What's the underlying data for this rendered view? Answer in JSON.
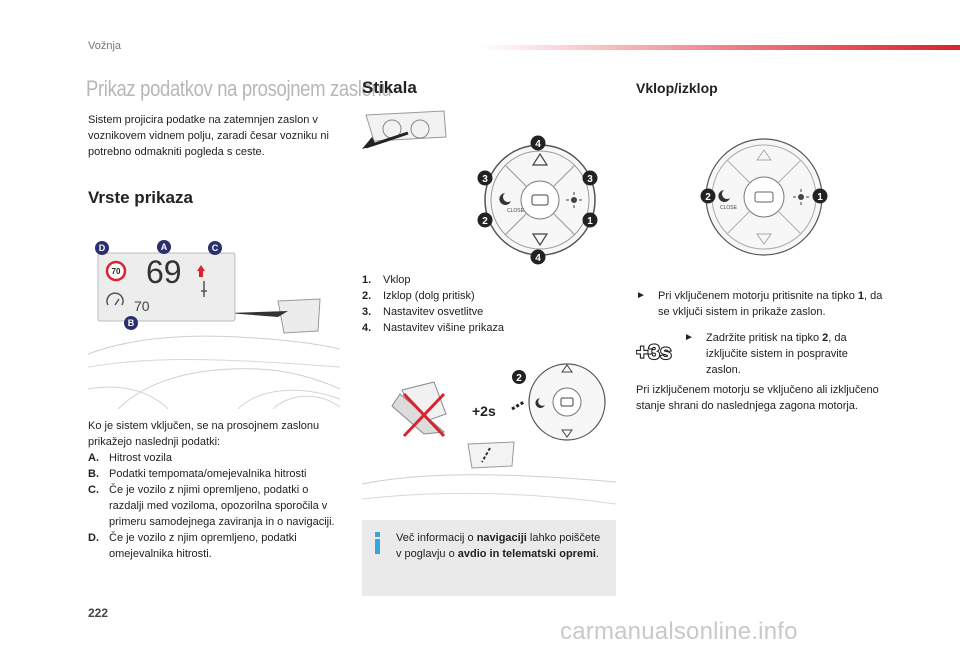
{
  "header": {
    "section": "Vožnja"
  },
  "col1": {
    "title": "Prikaz podatkov na prosojnem zaslonu",
    "intro": "Sistem projicira podatke na zatemnjen zaslon v voznikovem vidnem polju, zaradi česar vozniku ni potrebno odmakniti pogleda s ceste.",
    "subtitle": "Vrste prikaza",
    "hud": {
      "speed": "69",
      "speed_limit": "70",
      "cruise_speed": "70",
      "callouts": [
        "D",
        "A",
        "C",
        "B"
      ]
    },
    "list_intro": "Ko je sistem vključen, se na prosojnem zaslonu prikažejo naslednji podatki:",
    "items": [
      {
        "key": "A.",
        "text": "Hitrost vozila"
      },
      {
        "key": "B.",
        "text": "Podatki tempomata/omejevalnika hitrosti"
      },
      {
        "key": "C.",
        "text": "Če je vozilo z njimi opremljeno, podatki o razdalji med voziloma, opozorilna sporočila v primeru samodejnega zaviranja in o navigaciji."
      },
      {
        "key": "D.",
        "text": "Če je vozilo z njim opremljeno, podatki omejevalnika hitrosti."
      }
    ]
  },
  "col2": {
    "title": "Stikala",
    "switch_labels": [
      "4",
      "3",
      "3",
      "2",
      "1",
      "4"
    ],
    "close_label": "CLOSE",
    "items": [
      {
        "key": "1.",
        "text": "Vklop"
      },
      {
        "key": "2.",
        "text": "Izklop (dolg pritisk)"
      },
      {
        "key": "3.",
        "text": "Nastavitev osvetlitve"
      },
      {
        "key": "4.",
        "text": "Nastavitev višine prikaza"
      }
    ],
    "press_label": "+2s",
    "press_key": "2",
    "info_plain1": "Več informacij o ",
    "info_bold1": "navigaciji",
    "info_plain2": " lahko poiščete v poglavju o ",
    "info_bold2": "avdio in telematski opremi",
    "info_plain3": "."
  },
  "col3": {
    "title": "Vklop/izklop",
    "switch_labels": [
      "2",
      "1"
    ],
    "close_label": "CLOSE",
    "bullet1_a": "Pri vključenem motorju pritisnite na tipko ",
    "bullet1_b": "1",
    "bullet1_c": ", da se vključi sistem in prikaže zaslon.",
    "hold_label": "+3s",
    "bullet2_a": "Zadržite pritisk na tipko ",
    "bullet2_b": "2",
    "bullet2_c": ", da izključite sistem in pospravite zaslon.",
    "note": "Pri izključenem motorju se vključeno ali izključeno stanje shrani do naslednjega zagona motorja."
  },
  "footer": {
    "page_number": "222",
    "watermark": "carmanualsonline.info"
  },
  "colors": {
    "accent": "#d9232e",
    "info_blue": "#35a7e0",
    "callout": "#2b2f6b",
    "panel": "#eaeaea"
  }
}
